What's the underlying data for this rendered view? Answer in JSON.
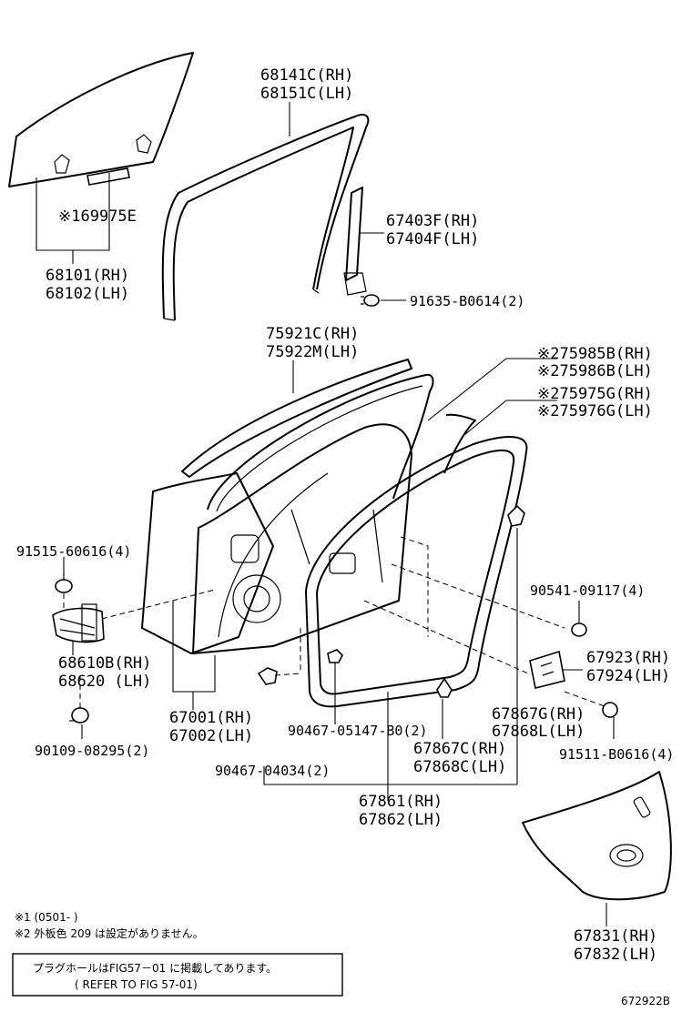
{
  "labels": {
    "p68141": "68141C(RH)",
    "p68151": "68151C(LH)",
    "p69975": "※169975E",
    "p68101": "68101(RH)",
    "p68102": "68102(LH)",
    "p67403": "67403F(RH)",
    "p67404": "67404F(LH)",
    "p91635": "91635-B0614(2)",
    "p75921": "75921C(RH)",
    "p75922": "75922M(LH)",
    "p75985": "※275985B(RH)",
    "p75986": "※275986B(LH)",
    "p75975": "※275975G(RH)",
    "p75976": "※275976G(LH)",
    "p91515": "91515-60616(4)",
    "p90541": "90541-09117(4)",
    "p68610": "68610B(RH)",
    "p68620": "68620 (LH)",
    "p67923": "67923(RH)",
    "p67924": "67924(LH)",
    "p67001": "67001(RH)",
    "p67002": "67002(LH)",
    "p67867g": "67867G(RH)",
    "p67868l": "67868L(LH)",
    "p90467a": "90467-05147-B0(2)",
    "p90109": "90109-08295(2)",
    "p67867c": "67867C(RH)",
    "p67868c": "67868C(LH)",
    "p91511": "91511-B0616(4)",
    "p90467b": "90467-04034(2)",
    "p67861": "67861(RH)",
    "p67862": "67862(LH)",
    "p67831": "67831(RH)",
    "p67832": "67832(LH)"
  },
  "notes": {
    "n1": "※1 (0501-      )",
    "n2": "※2 外板色 209 は設定がありません。",
    "box_line1": "プラグホールはFIG57－01 に掲載してあります。",
    "box_line2": "( REFER TO FIG  57-01)"
  },
  "figure_id": "672922B"
}
